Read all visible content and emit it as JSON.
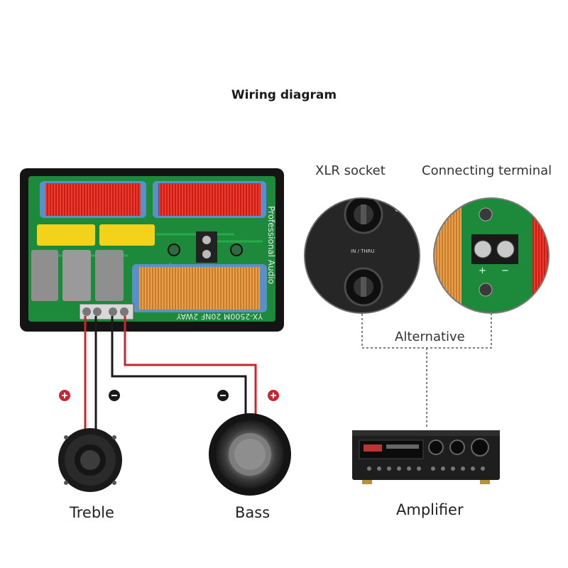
{
  "title": "Wiring diagram",
  "labels": {
    "xlr_socket": "XLR socket",
    "connecting_terminal": "Connecting terminal",
    "alternative": "Alternative",
    "treble": "Treble",
    "bass": "Bass",
    "amplifier": "Amplifier"
  },
  "board": {
    "silkscreen_side": "Professional Audio",
    "silkscreen_bottom": "YX-2500M 20NF 2WAY"
  },
  "xlr": {
    "in_thru": "IN / THRU",
    "ce": "CE"
  },
  "polarity": {
    "plus": "+",
    "minus": "−"
  },
  "colors": {
    "wire_red": "#c8262e",
    "wire_black": "#1a1a1a",
    "pcb_green": "#1c8a3a",
    "coil_red": "#d8281e",
    "capacitor_yellow": "#f2d21a"
  }
}
